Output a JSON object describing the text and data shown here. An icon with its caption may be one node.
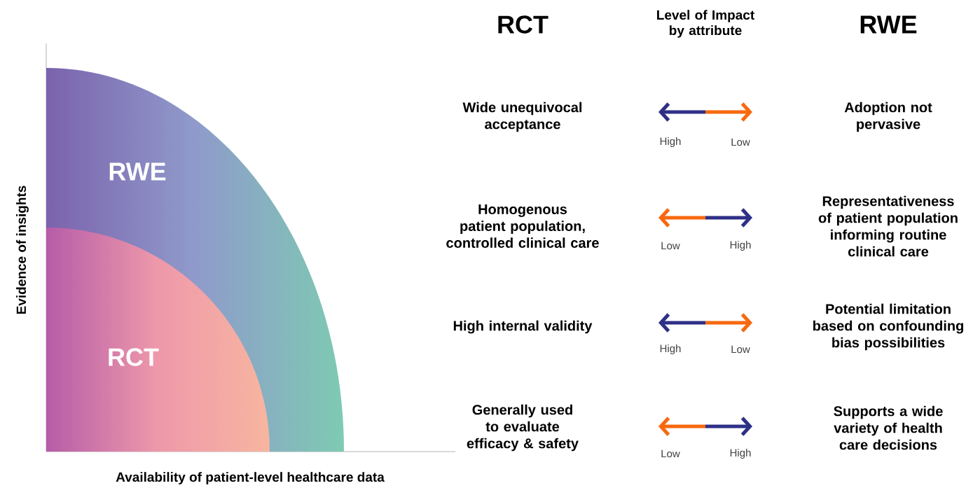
{
  "diagram": {
    "nodes": [
      {
        "text": [
          "RWE"
        ]
      },
      {
        "text": [
          "RCT"
        ]
      }
    ],
    "labels": [
      "RCT",
      "Level of Impact by attribute",
      "RWE",
      "Wide unequivocal acceptance",
      "Adoption not pervasive",
      "High",
      "Low",
      "Homogenous patient population, controlled clinical care",
      "Representativeness of patient population informing routine clinical care",
      "Low",
      "High",
      "High internal validity",
      "Potential limitation based on confounding bias possibilities",
      "High",
      "Low",
      "Generally used to evaluate efficacy & safety",
      "Supports a wide variety of health care decisions",
      "Low",
      "High",
      "Evidence of insights",
      "Availability of patient-level healthcare data"
    ]
  }
}
